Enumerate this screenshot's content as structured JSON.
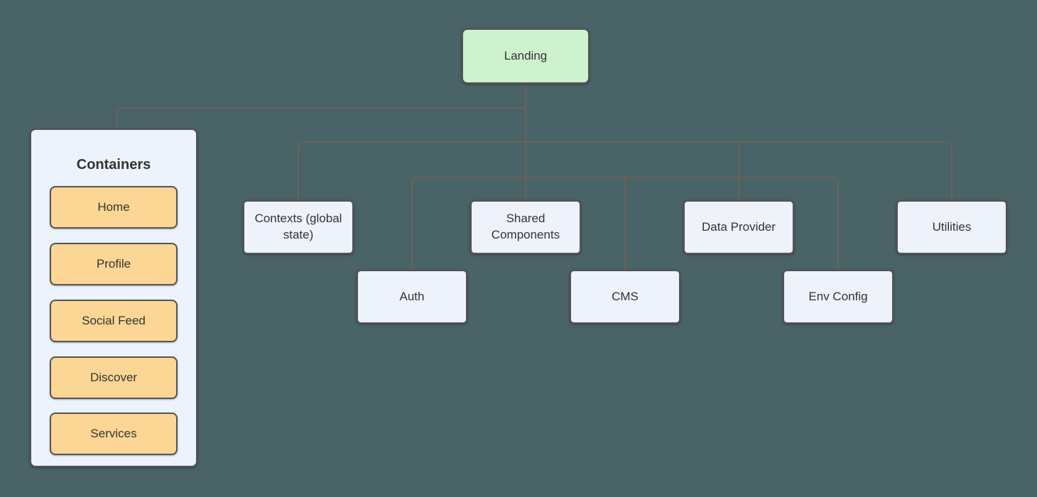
{
  "canvas": {
    "background_color": "#4a6366",
    "line_color": "#6a625c",
    "border_color": "#545454",
    "text_color": "#333333"
  },
  "diagram": {
    "root": {
      "label": "Landing",
      "fill": "#cdf2cd"
    },
    "group": {
      "title": "Containers",
      "fill": "#edf3fc",
      "item_fill": "#fcd694",
      "items": [
        {
          "label": "Home"
        },
        {
          "label": "Profile"
        },
        {
          "label": "Social Feed"
        },
        {
          "label": "Discover"
        },
        {
          "label": "Services"
        }
      ]
    },
    "node_fill": "#edf2fb",
    "nodes": [
      {
        "id": "contexts",
        "label": "Contexts (global state)"
      },
      {
        "id": "shared-components",
        "label": "Shared Components"
      },
      {
        "id": "data-provider",
        "label": "Data Provider"
      },
      {
        "id": "utilities",
        "label": "Utilities"
      },
      {
        "id": "auth",
        "label": "Auth"
      },
      {
        "id": "cms",
        "label": "CMS"
      },
      {
        "id": "env-config",
        "label": "Env Config"
      }
    ]
  }
}
